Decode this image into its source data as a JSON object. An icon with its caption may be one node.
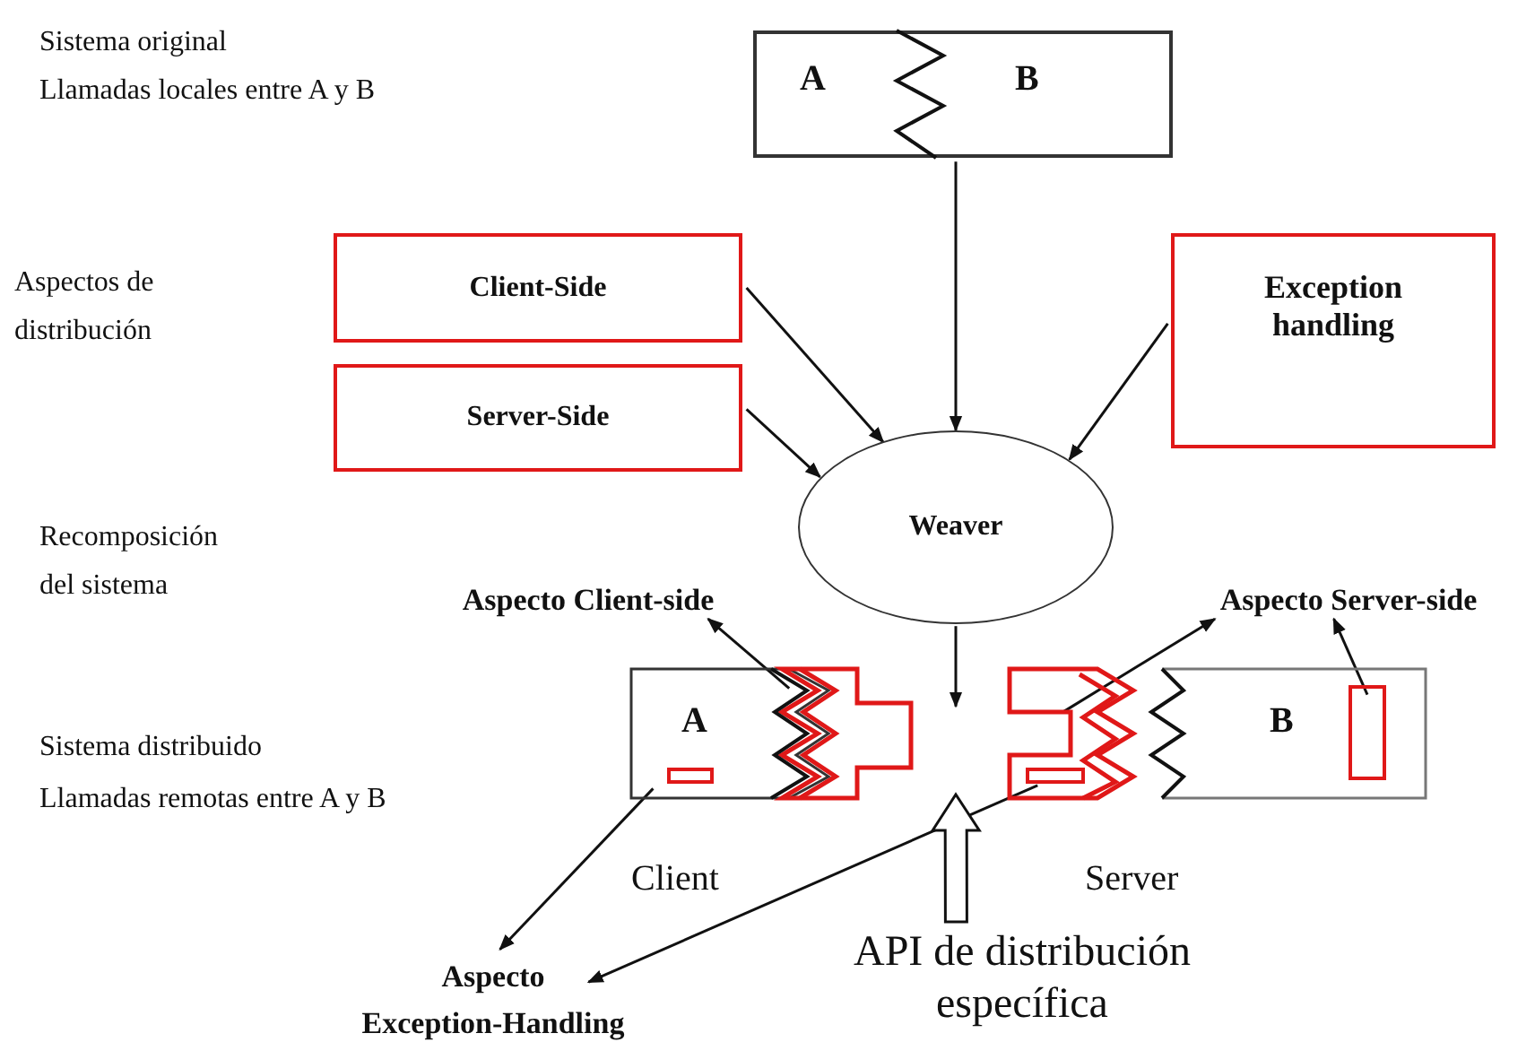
{
  "diagram": {
    "nodes": [
      {
        "text": [
          "A",
          "B"
        ]
      },
      {
        "text": [
          "Client-Side"
        ]
      },
      {
        "text": [
          "Server-Side"
        ]
      },
      {
        "text": [
          "Exception handling"
        ]
      },
      {
        "text": [
          "Weaver"
        ]
      },
      {
        "text": [
          "Aspecto Client-side"
        ]
      },
      {
        "text": [
          "Aspecto Server-side"
        ]
      },
      {
        "text": [
          "A"
        ]
      },
      {
        "text": [],
        "shape": "box"
      },
      {
        "text": [],
        "shape": "box",
        "in": 7
      },
      {
        "text": [
          "B"
        ]
      },
      {
        "text": [],
        "shape": "box"
      },
      {
        "text": [],
        "shape": "box",
        "in": 11
      },
      {
        "text": [],
        "shape": "box",
        "in": 10
      },
      {
        "text": [
          "Aspecto Exception-Handling"
        ]
      },
      {
        "text": [
          "API de distribución específica"
        ]
      }
    ],
    "edges": [
      {
        "from": 0,
        "to": 4,
        "arrow": "to"
      },
      {
        "from": 1,
        "to": 4,
        "arrow": "to"
      },
      {
        "from": 2,
        "to": 4,
        "arrow": "to"
      },
      {
        "from": 3,
        "to": 4,
        "arrow": "to"
      },
      {
        "from": 4,
        "to": 8,
        "arrow": "to"
      },
      {
        "from": 8,
        "to": 5,
        "arrow": "to"
      },
      {
        "from": 11,
        "to": 6,
        "arrow": "to"
      },
      {
        "from": 13,
        "to": 6,
        "arrow": "to"
      },
      {
        "from": 9,
        "to": 14,
        "arrow": "to"
      },
      {
        "from": 12,
        "to": 14,
        "arrow": "to"
      },
      {
        "from": 15,
        "to": null,
        "arrow": "to"
      }
    ],
    "labels": [
      "Sistema original",
      "Llamadas locales entre A y B",
      "Aspectos de distribución",
      "Recomposición del sistema",
      "Sistema distribuido",
      "Llamadas remotas entre A y B",
      "Client",
      "Server"
    ]
  }
}
